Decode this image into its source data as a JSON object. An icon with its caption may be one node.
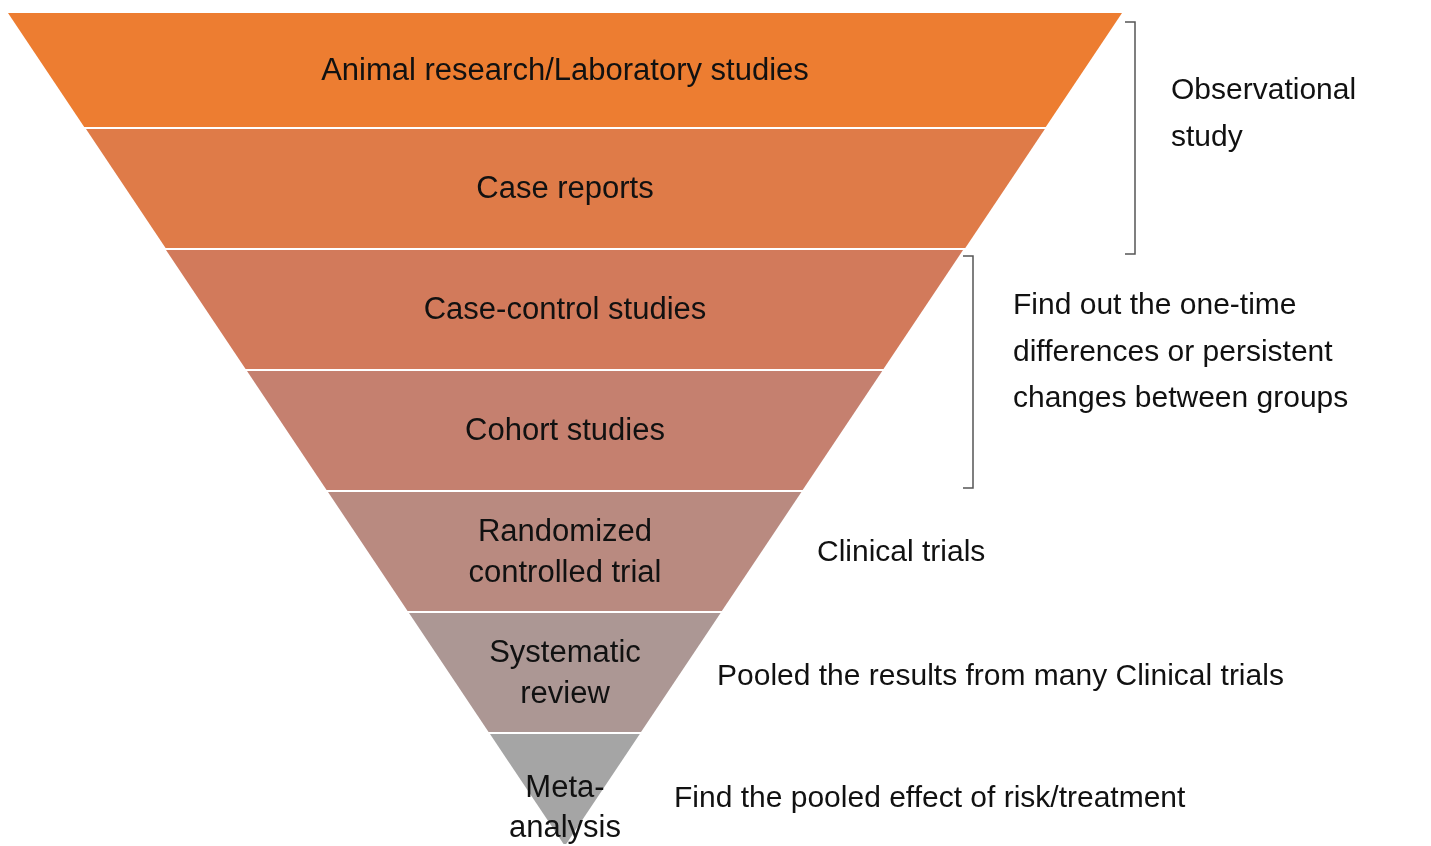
{
  "diagram": {
    "nodes": [
      {
        "text": [
          "Animal research/Laboratory studies"
        ]
      },
      {
        "text": [
          "Case reports"
        ]
      },
      {
        "text": [
          "Case-control studies"
        ]
      },
      {
        "text": [
          "Cohort studies"
        ]
      },
      {
        "text": [
          "Randomized controlled trial"
        ]
      },
      {
        "text": [
          "Systematic review"
        ]
      },
      {
        "text": [
          "Meta-analysis"
        ]
      }
    ],
    "edges": [],
    "labels": [
      "Observational study",
      "Find out the one-time differences or persistent changes between groups",
      "Clinical trials",
      "Pooled the results from many Clinical trials",
      "Find the pooled effect of risk/treatment"
    ]
  }
}
